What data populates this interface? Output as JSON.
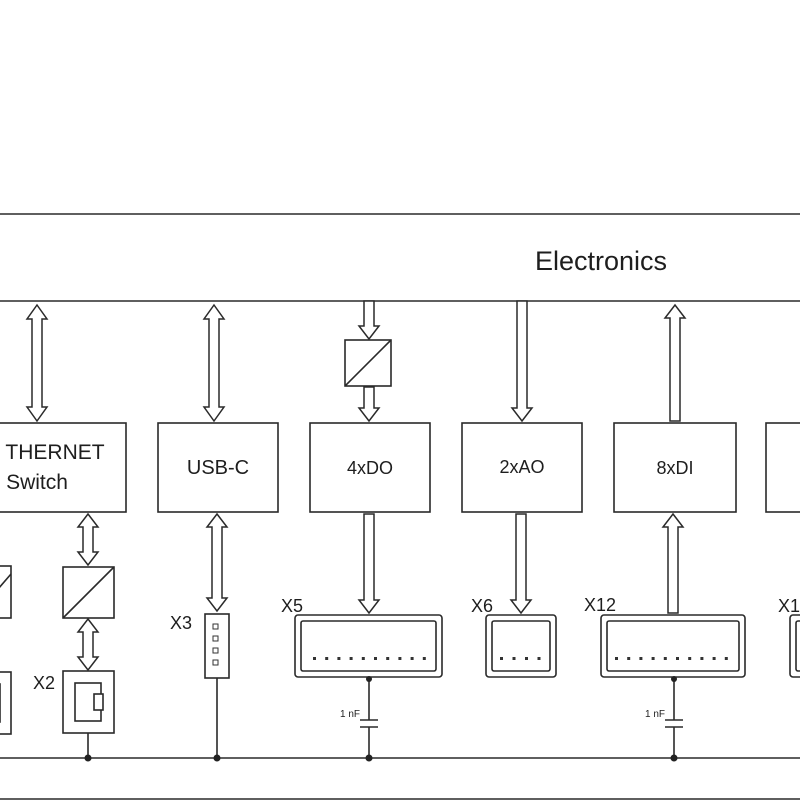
{
  "section_title": "Electronics",
  "blocks": {
    "ethernet_line1": "THERNET",
    "ethernet_line2": "Switch",
    "usb_c": "USB-C",
    "do4": "4xDO",
    "ao2": "2xAO",
    "di8": "8xDI"
  },
  "connectors": {
    "x2": "X2",
    "x3": "X3",
    "x5": "X5",
    "x6": "X6",
    "x12": "X12",
    "x1_partial": "X1"
  },
  "capacitor_value": "1 nF"
}
